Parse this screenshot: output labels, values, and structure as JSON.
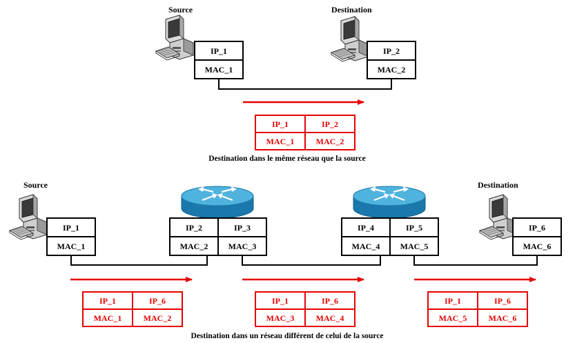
{
  "top": {
    "source_label": "Source",
    "destination_label": "Destination",
    "source_host": {
      "ip": "IP_1",
      "mac": "MAC_1"
    },
    "destination_host": {
      "ip": "IP_2",
      "mac": "MAC_2"
    },
    "packet": {
      "src_ip": "IP_1",
      "dst_ip": "IP_2",
      "src_mac": "MAC_1",
      "dst_mac": "MAC_2"
    },
    "caption": "Destination dans le même réseau que la source"
  },
  "bottom": {
    "source_label": "Source",
    "destination_label": "Destination",
    "source_host": {
      "ip": "IP_1",
      "mac": "MAC_1"
    },
    "router1": {
      "left": {
        "ip": "IP_2",
        "mac": "MAC_2"
      },
      "right": {
        "ip": "IP_3",
        "mac": "MAC_3"
      }
    },
    "router2": {
      "left": {
        "ip": "IP_4",
        "mac": "MAC_4"
      },
      "right": {
        "ip": "IP_5",
        "mac": "MAC_5"
      }
    },
    "destination_host": {
      "ip": "IP_6",
      "mac": "MAC_6"
    },
    "packets": [
      {
        "src_ip": "IP_1",
        "dst_ip": "IP_6",
        "src_mac": "MAC_1",
        "dst_mac": "MAC_2"
      },
      {
        "src_ip": "IP_1",
        "dst_ip": "IP_6",
        "src_mac": "MAC_3",
        "dst_mac": "MAC_4"
      },
      {
        "src_ip": "IP_1",
        "dst_ip": "IP_6",
        "src_mac": "MAC_5",
        "dst_mac": "MAC_6"
      }
    ],
    "caption": "Destination dans un réseau différent de celui de la source"
  },
  "colors": {
    "packet": "#e60000",
    "router_top": "#4fb3dd",
    "router_side": "#1b78ad"
  }
}
